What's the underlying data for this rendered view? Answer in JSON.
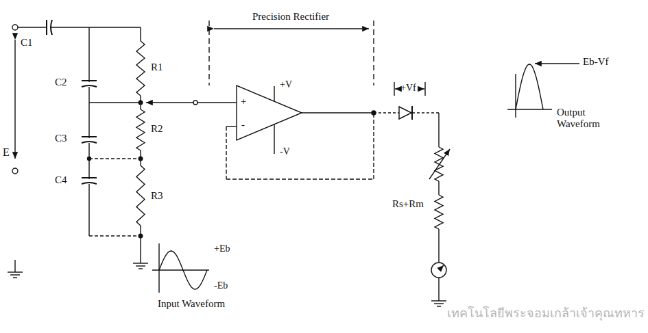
{
  "diagram": {
    "labels": [
      "Precision Rectifier",
      "+V",
      "+",
      "-",
      "-V",
      "+Vf",
      "C1",
      "C2",
      "C3",
      "C4",
      "R1",
      "R2",
      "R3",
      "E",
      "+Eb",
      "-Eb",
      "Input Waveform",
      "Output Waveform",
      "Eb-Vf",
      "Rs+Rm",
      "เทคโนโลยีพระจอมเกล้าเจ้าคุณทหาร"
    ]
  }
}
